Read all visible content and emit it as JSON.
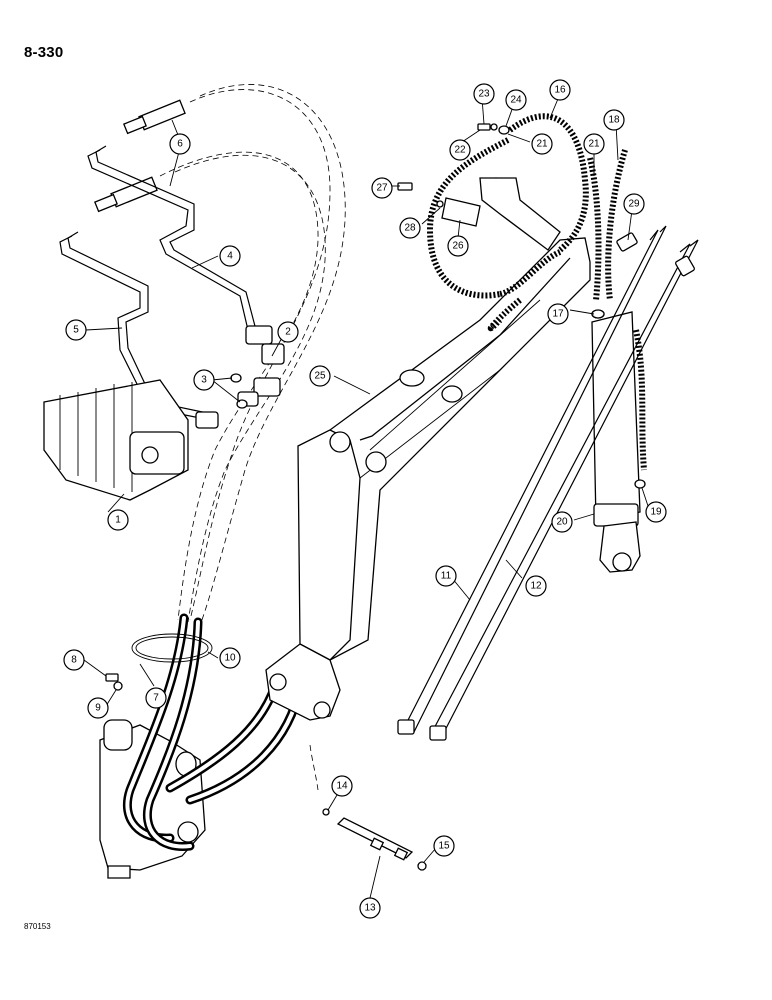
{
  "page": {
    "page_number": "8-330",
    "figure_code": "870153"
  },
  "callouts": [
    {
      "id": "c1",
      "label": "1"
    },
    {
      "id": "c2",
      "label": "2"
    },
    {
      "id": "c3",
      "label": "3"
    },
    {
      "id": "c4",
      "label": "4"
    },
    {
      "id": "c5",
      "label": "5"
    },
    {
      "id": "c6",
      "label": "6"
    },
    {
      "id": "c7",
      "label": "7"
    },
    {
      "id": "c8",
      "label": "8"
    },
    {
      "id": "c9",
      "label": "9"
    },
    {
      "id": "c10",
      "label": "10"
    },
    {
      "id": "c11",
      "label": "11"
    },
    {
      "id": "c12",
      "label": "12"
    },
    {
      "id": "c13",
      "label": "13"
    },
    {
      "id": "c14",
      "label": "14"
    },
    {
      "id": "c15",
      "label": "15"
    },
    {
      "id": "c16",
      "label": "16"
    },
    {
      "id": "c17",
      "label": "17"
    },
    {
      "id": "c18",
      "label": "18"
    },
    {
      "id": "c19",
      "label": "19"
    },
    {
      "id": "c20",
      "label": "20"
    },
    {
      "id": "c21a",
      "label": "21"
    },
    {
      "id": "c21b",
      "label": "21"
    },
    {
      "id": "c22",
      "label": "22"
    },
    {
      "id": "c23",
      "label": "23"
    },
    {
      "id": "c24",
      "label": "24"
    },
    {
      "id": "c25",
      "label": "25"
    },
    {
      "id": "c26",
      "label": "26"
    },
    {
      "id": "c27",
      "label": "27"
    },
    {
      "id": "c28",
      "label": "28"
    },
    {
      "id": "c29",
      "label": "29"
    }
  ]
}
